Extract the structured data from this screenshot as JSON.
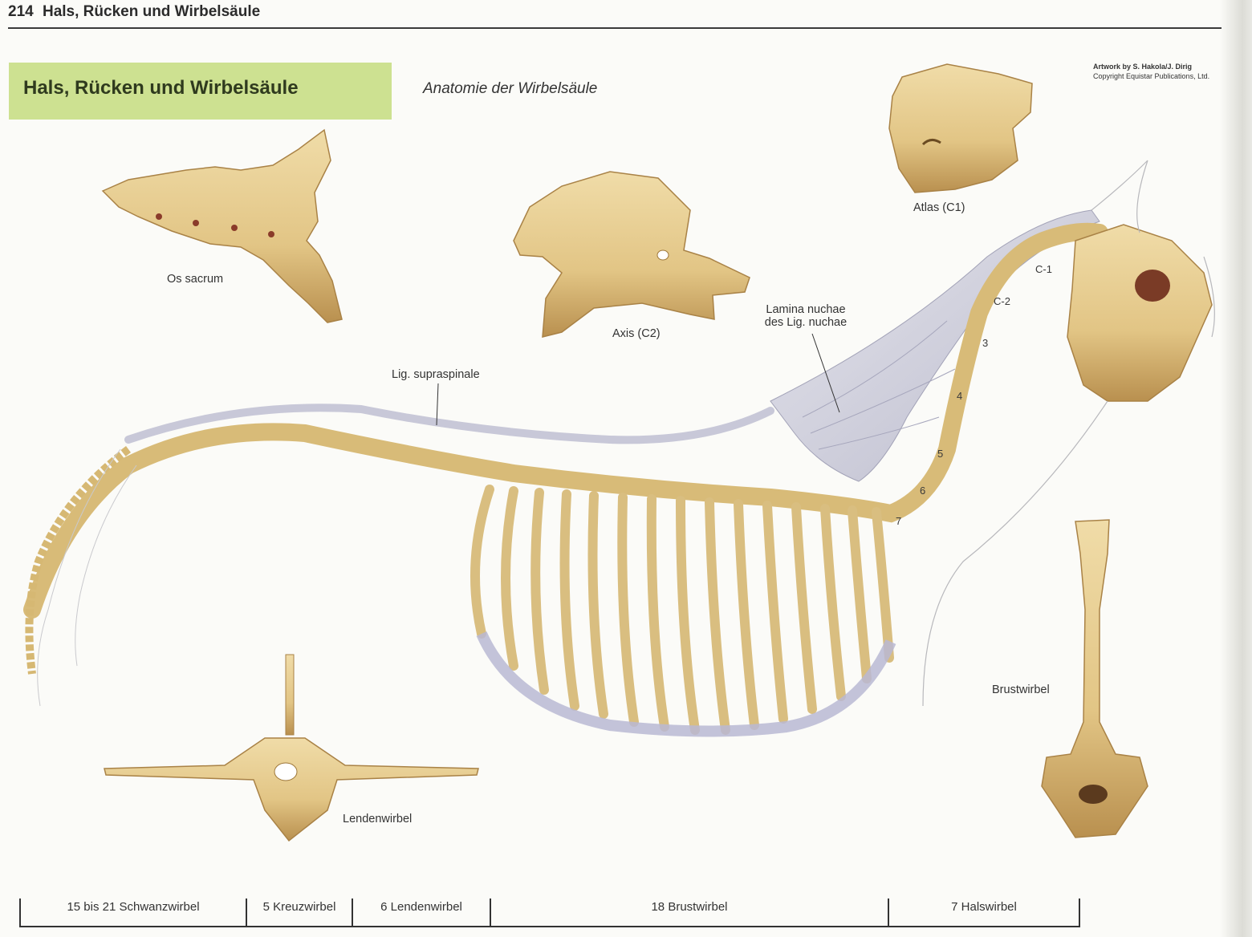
{
  "header": {
    "page_number": "214",
    "section": "Hals, Rücken und Wirbelsäule"
  },
  "title_box": {
    "title": "Hals, Rücken und Wirbelsäule",
    "color": "#cde191"
  },
  "subtitle": "Anatomie der Wirbelsäule",
  "credit": {
    "line1": "Artwork by S. Hakola/J. Dirig",
    "line2": "Copyright Equistar Publications, Ltd."
  },
  "labels": {
    "os_sacrum": "Os sacrum",
    "axis": "Axis (C2)",
    "atlas": "Atlas (C1)",
    "lamina_line1": "Lamina nuchae",
    "lamina_line2": "des Lig. nuchae",
    "lig_supraspinale": "Lig. supraspinale",
    "lendenwirbel": "Lendenwirbel",
    "brustwirbel": "Brustwirbel"
  },
  "cervical_numbers": [
    "C-1",
    "C-2",
    "3",
    "4",
    "5",
    "6",
    "7"
  ],
  "colors": {
    "bone": "#e6cf95",
    "bone_shadow": "#b08a4c",
    "ligament": "#c9c9d6",
    "cartilage": "#b9b9d4"
  },
  "scale_bar": {
    "segments": [
      {
        "label": "15 bis 21 Schwanzwirbel"
      },
      {
        "label": "5 Kreuzwirbel"
      },
      {
        "label": "6 Lendenwirbel"
      },
      {
        "label": "18 Brustwirbel"
      },
      {
        "label": "7 Halswirbel"
      }
    ]
  }
}
